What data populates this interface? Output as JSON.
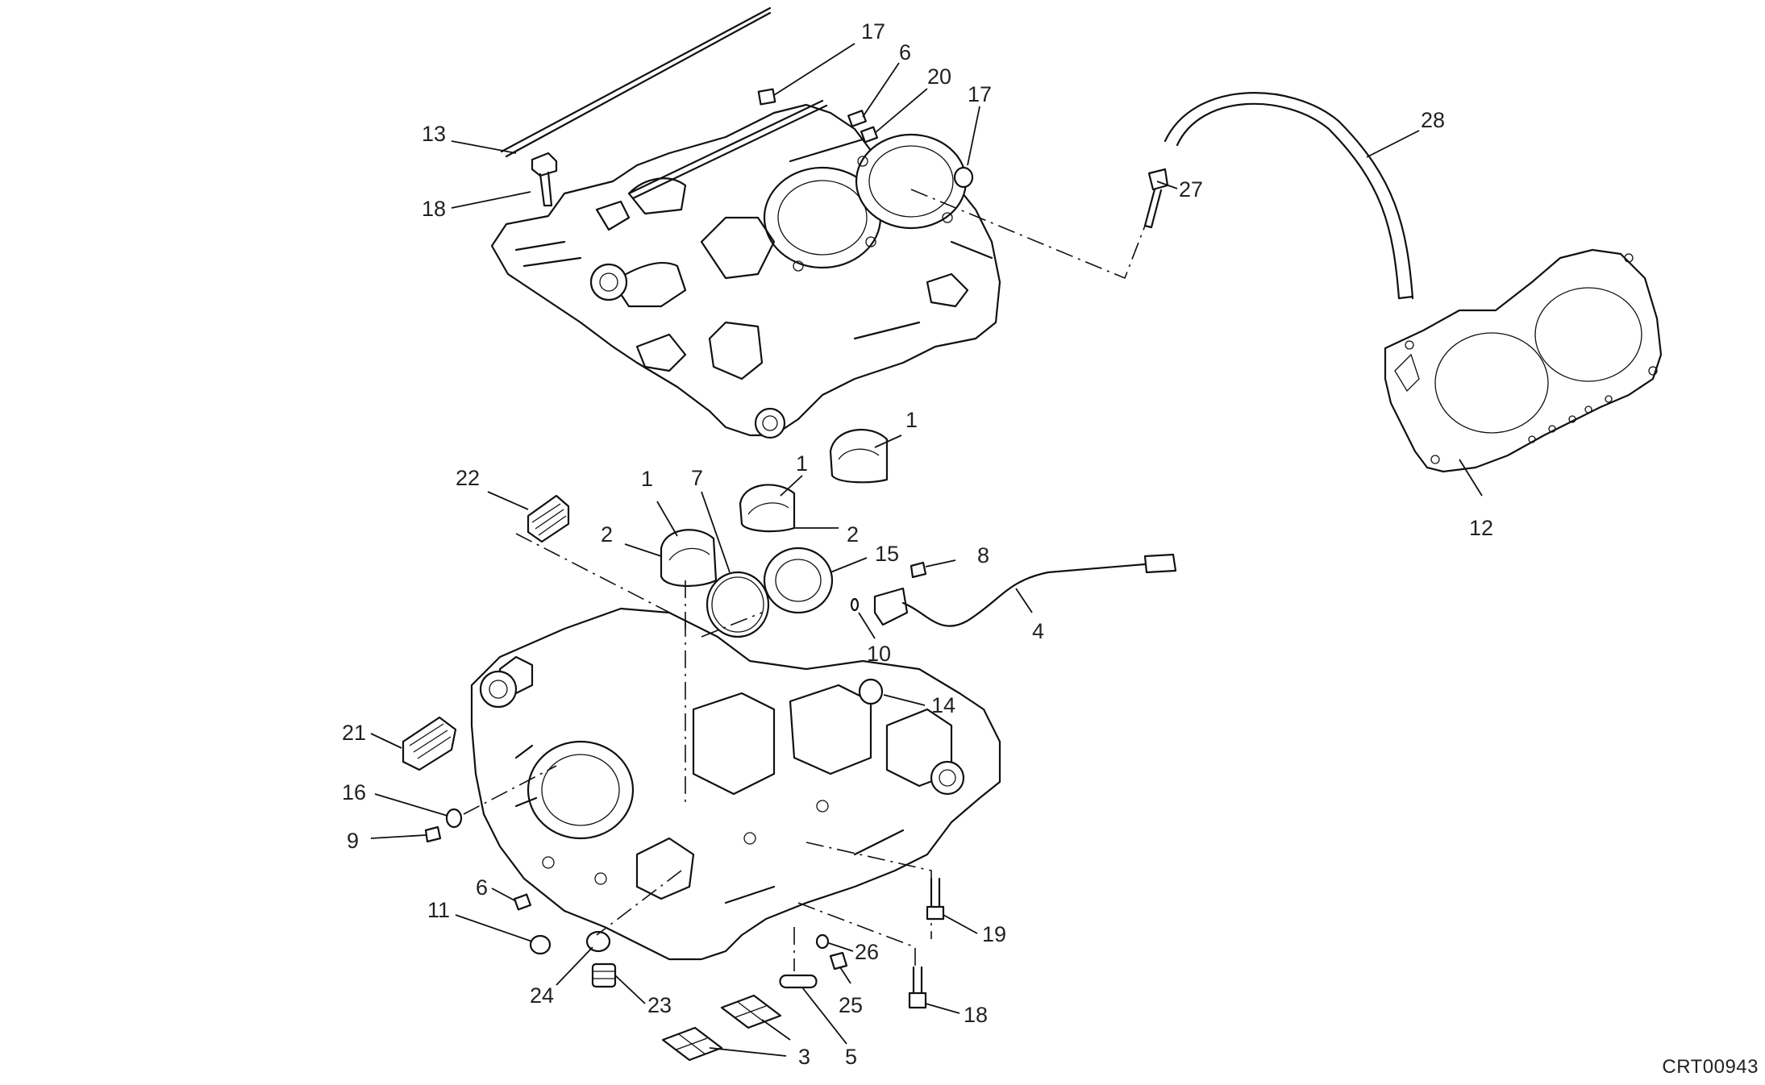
{
  "diagram": {
    "drawing_code": "CRT00943",
    "callouts": [
      {
        "id": "c17a",
        "label": "17"
      },
      {
        "id": "c6a",
        "label": "6"
      },
      {
        "id": "c20",
        "label": "20"
      },
      {
        "id": "c17b",
        "label": "17"
      },
      {
        "id": "c13",
        "label": "13"
      },
      {
        "id": "c18a",
        "label": "18"
      },
      {
        "id": "c28",
        "label": "28"
      },
      {
        "id": "c27",
        "label": "27"
      },
      {
        "id": "c12",
        "label": "12"
      },
      {
        "id": "c1a",
        "label": "1"
      },
      {
        "id": "c1b",
        "label": "1"
      },
      {
        "id": "c1c",
        "label": "1"
      },
      {
        "id": "c7",
        "label": "7"
      },
      {
        "id": "c22",
        "label": "22"
      },
      {
        "id": "c2a",
        "label": "2"
      },
      {
        "id": "c2b",
        "label": "2"
      },
      {
        "id": "c15",
        "label": "15"
      },
      {
        "id": "c8",
        "label": "8"
      },
      {
        "id": "c4",
        "label": "4"
      },
      {
        "id": "c10",
        "label": "10"
      },
      {
        "id": "c14",
        "label": "14"
      },
      {
        "id": "c21",
        "label": "21"
      },
      {
        "id": "c16",
        "label": "16"
      },
      {
        "id": "c9",
        "label": "9"
      },
      {
        "id": "c6b",
        "label": "6"
      },
      {
        "id": "c11",
        "label": "11"
      },
      {
        "id": "c19",
        "label": "19"
      },
      {
        "id": "c26",
        "label": "26"
      },
      {
        "id": "c25",
        "label": "25"
      },
      {
        "id": "c24",
        "label": "24"
      },
      {
        "id": "c23",
        "label": "23"
      },
      {
        "id": "c18b",
        "label": "18"
      },
      {
        "id": "c3",
        "label": "3"
      },
      {
        "id": "c5",
        "label": "5"
      }
    ]
  }
}
